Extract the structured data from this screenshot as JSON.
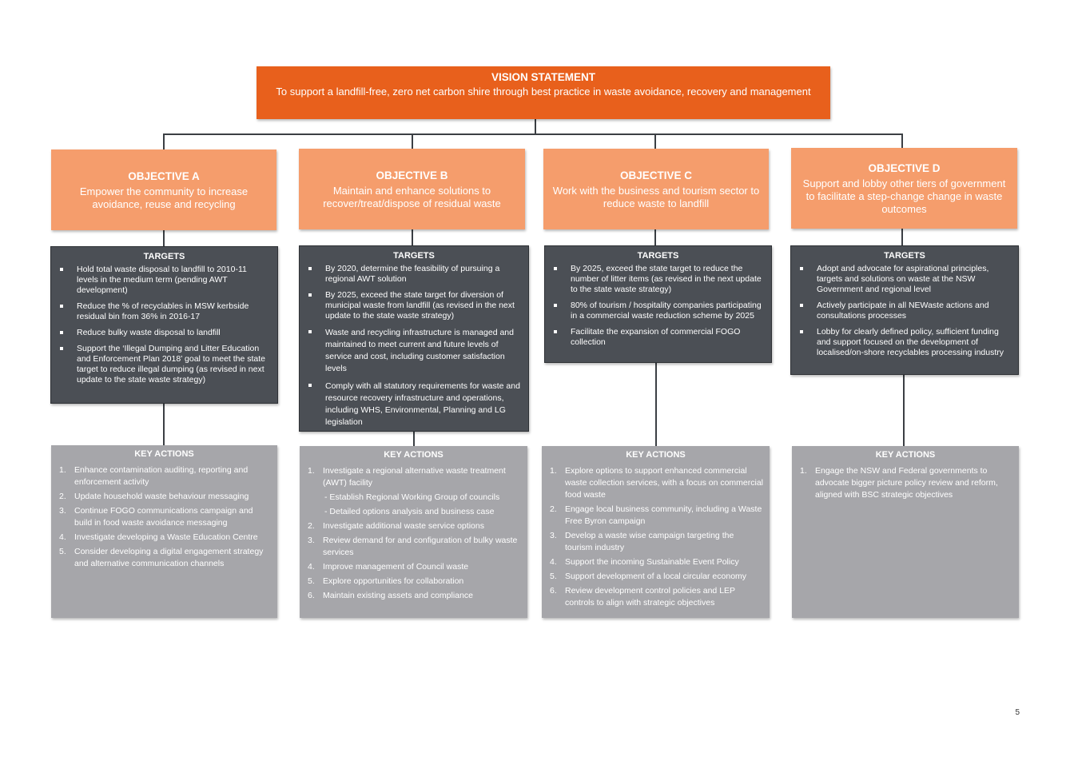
{
  "vision": {
    "heading": "VISION STATEMENT",
    "text": "To support a landfill-free, zero net carbon shire through best practice in waste avoidance, recovery and management"
  },
  "objectives": [
    {
      "heading": "OBJECTIVE A",
      "text": "Empower the community to increase avoidance, reuse and recycling",
      "targets_heading": "TARGETS",
      "targets": [
        "Hold total waste disposal to landfill to 2010-11 levels in the medium term (pending AWT development)",
        "Reduce the % of recyclables in MSW kerbside residual bin from 36% in 2016-17",
        "Reduce bulky waste disposal to landfill",
        "Support the ‘Illegal Dumping and Litter Education and Enforcement Plan 2018’ goal to meet the state target to reduce illegal dumping (as revised in next update to the state waste strategy)"
      ],
      "actions_heading": "KEY ACTIONS",
      "actions": [
        {
          "num": "1.",
          "text": "Enhance contamination auditing, reporting and enforcement activity"
        },
        {
          "num": "2.",
          "text": "Update household waste behaviour messaging"
        },
        {
          "num": "3.",
          "text": "Continue FOGO communications campaign and build in food waste avoidance messaging"
        },
        {
          "num": "4.",
          "text": "Investigate developing a Waste Education Centre"
        },
        {
          "num": "5.",
          "text": "Consider developing a digital engagement strategy and alternative communication channels"
        }
      ]
    },
    {
      "heading": "OBJECTIVE B",
      "text": "Maintain and enhance solutions to recover/treat/dispose of residual waste",
      "targets_heading": "TARGETS",
      "targets": [
        "By 2020, determine the feasibility of pursuing a regional AWT solution",
        "By 2025, exceed the state target for diversion of municipal waste from landfill (as revised in the next update to the state waste strategy)",
        "Waste and recycling infrastructure is managed and maintained to meet current and future levels of service and cost, including customer satisfaction levels",
        "Comply with all statutory requirements for waste and resource recovery infrastructure and operations, including WHS, Environmental, Planning and LG legislation"
      ],
      "actions_heading": "KEY ACTIONS",
      "actions": [
        {
          "num": "1.",
          "text": "Investigate a regional alternative waste treatment (AWT) facility"
        },
        {
          "num": "",
          "text": "- Establish Regional Working Group of councils",
          "sub": true
        },
        {
          "num": "",
          "text": "- Detailed options analysis and business case",
          "sub": true
        },
        {
          "num": "2.",
          "text": "Investigate additional waste service options"
        },
        {
          "num": "3.",
          "text": "Review demand for and configuration of bulky waste services"
        },
        {
          "num": "4.",
          "text": "Improve management of Council waste"
        },
        {
          "num": "5.",
          "text": "Explore opportunities for collaboration"
        },
        {
          "num": "6.",
          "text": "Maintain existing assets and compliance"
        }
      ]
    },
    {
      "heading": "OBJECTIVE C",
      "text": "Work with the business and tourism sector to reduce waste to landfill",
      "targets_heading": "TARGETS",
      "targets": [
        "By 2025, exceed the state target to reduce the number of litter items (as revised in the next update to the state waste strategy)",
        "80% of tourism / hospitality companies participating in a commercial waste reduction scheme by 2025",
        "Facilitate the expansion of commercial FOGO collection"
      ],
      "actions_heading": "KEY ACTIONS",
      "actions": [
        {
          "num": "1.",
          "text": "Explore options to support enhanced commercial waste collection services, with a focus on commercial food waste"
        },
        {
          "num": "2.",
          "text": "Engage local business community, including a Waste Free Byron campaign"
        },
        {
          "num": "3.",
          "text": "Develop a waste wise campaign targeting the tourism industry"
        },
        {
          "num": "4.",
          "text": "Support the incoming Sustainable Event Policy"
        },
        {
          "num": "5.",
          "text": "Support development of a local circular economy"
        },
        {
          "num": "6.",
          "text": "Review development control policies and LEP controls to align with strategic objectives"
        }
      ]
    },
    {
      "heading": "OBJECTIVE D",
      "text": "Support and lobby other tiers of government to facilitate a step-change change in waste outcomes",
      "targets_heading": "TARGETS",
      "targets": [
        "Adopt and advocate for aspirational principles, targets and solutions on waste at the NSW Government and regional level",
        "Actively participate in all NEWaste actions and consultations processes",
        "Lobby for clearly defined policy, sufficient funding and support focused on the development of localised/on-shore recyclables processing industry"
      ],
      "actions_heading": "KEY ACTIONS",
      "actions": [
        {
          "num": "1.",
          "text": "Engage the NSW and Federal governments to advocate bigger picture policy review and reform, aligned with BSC strategic objectives"
        }
      ]
    }
  ],
  "page_number": "5",
  "colors": {
    "vision_bg": "#e8601c",
    "objective_bg": "#f59d6c",
    "targets_bg": "#4b4f55",
    "actions_bg": "#a6a6aa",
    "connector": "#3b3f44"
  }
}
